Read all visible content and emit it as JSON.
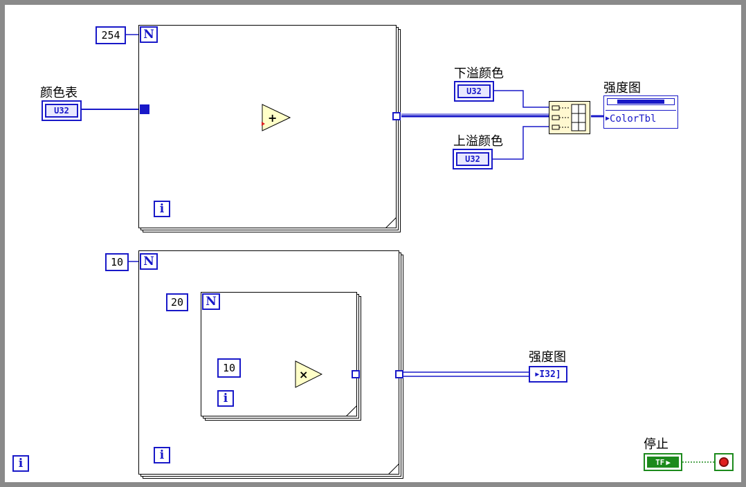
{
  "loop1": {
    "count": "254",
    "n_label": "N",
    "i_label": "i"
  },
  "loop2": {
    "count": "10",
    "n_label": "N",
    "i_label": "i"
  },
  "loop3": {
    "count": "20",
    "n_label": "N",
    "i_label": "i"
  },
  "outer_i": "i",
  "constant_10": "10",
  "color_table": {
    "label": "颜色表",
    "type": "U32"
  },
  "underflow": {
    "label": "下溢颜色",
    "type": "U32"
  },
  "overflow": {
    "label": "上溢颜色",
    "type": "U32"
  },
  "intensity_prop": {
    "label": "强度图",
    "property": "ColorTbl"
  },
  "intensity_term": {
    "label": "强度图",
    "type": "I32"
  },
  "stop": {
    "label": "停止",
    "type": "TF"
  },
  "ops": {
    "add": "+",
    "multiply": "×"
  },
  "colors": {
    "wire": "#1818c8",
    "boolean": "#1c8a1c",
    "frame": "#8a8a8a",
    "node_fill": "#ffffc8"
  }
}
